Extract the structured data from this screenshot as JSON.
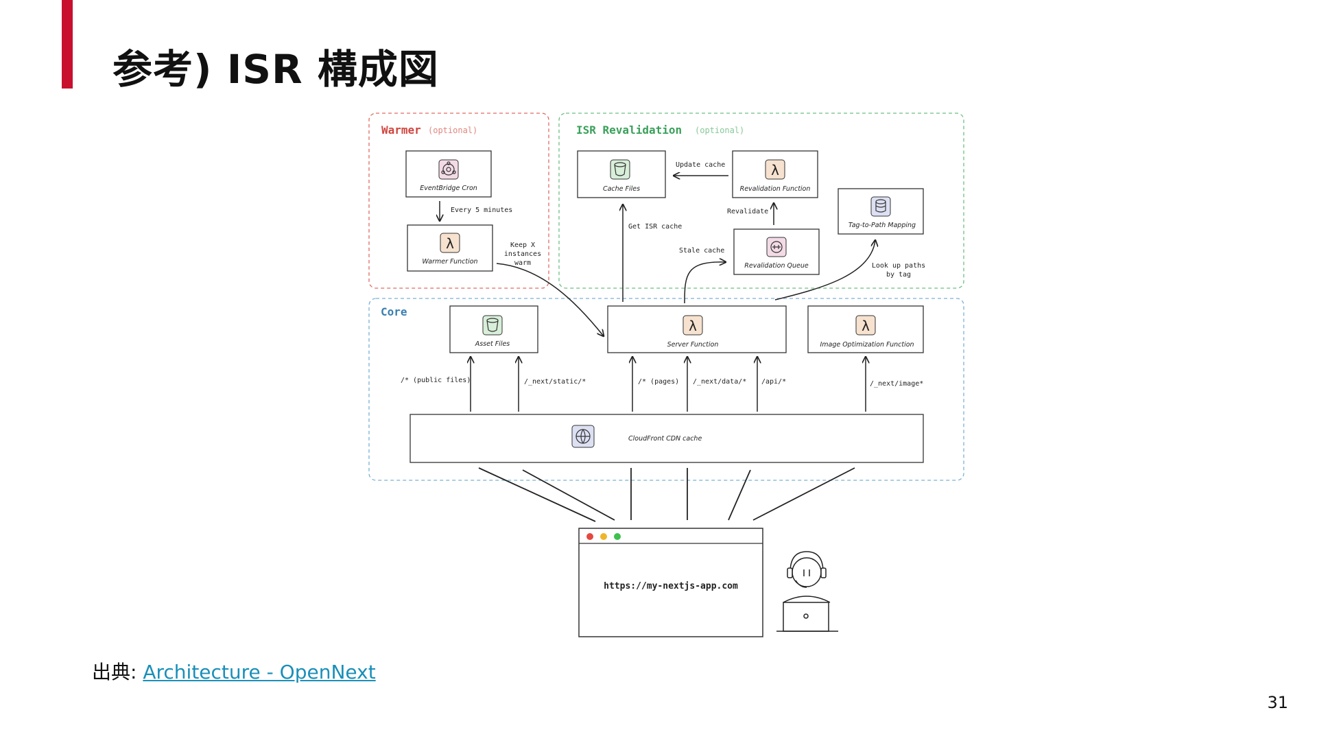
{
  "slide": {
    "title": "参考) ISR 構成図",
    "source_prefix": "出典: ",
    "source_link_text": "Architecture - OpenNext",
    "page_number": "31",
    "accent_color": "#c8102e"
  },
  "groups": {
    "warmer": {
      "title": "Warmer",
      "tag": "(optional)",
      "color": "#d0453f"
    },
    "isr": {
      "title": "ISR Revalidation",
      "tag": "(optional)",
      "color": "#3aa05a"
    },
    "core": {
      "title": "Core",
      "color": "#3a7fb0"
    }
  },
  "nodes": {
    "eventbridge": {
      "label": "EventBridge Cron",
      "icon": "eventbridge-icon"
    },
    "warmer_fn": {
      "label": "Warmer Function",
      "icon": "lambda-icon"
    },
    "cache_files": {
      "label": "Cache Files",
      "icon": "s3-bucket-icon"
    },
    "revalidation_fn": {
      "label": "Revalidation Function",
      "icon": "lambda-icon"
    },
    "revalidation_queue": {
      "label": "Revalidation Queue",
      "icon": "sqs-queue-icon"
    },
    "tag_mapping": {
      "label": "Tag-to-Path Mapping",
      "icon": "dynamodb-icon"
    },
    "asset_files": {
      "label": "Asset Files",
      "icon": "s3-bucket-icon"
    },
    "server_fn": {
      "label": "Server Function",
      "icon": "lambda-icon"
    },
    "image_fn": {
      "label": "Image Optimization Function",
      "icon": "lambda-icon"
    },
    "cloudfront": {
      "label": "CloudFront CDN cache",
      "icon": "cloudfront-icon"
    }
  },
  "edge_labels": {
    "every5": "Every 5 minutes",
    "keepx": [
      "Keep X",
      "instances",
      "warm"
    ],
    "update_cache": "Update cache",
    "revalidate": "Revalidate",
    "get_isr": "Get ISR cache",
    "stale_cache": "Stale cache",
    "lookup": [
      "Look up paths",
      "by tag"
    ],
    "public_files": "/* (public files)",
    "next_static": "/_next/static/*",
    "pages": "/* (pages)",
    "next_data": "/_next/data/*",
    "api": "/api/*",
    "next_image": "/_next/image*"
  },
  "browser": {
    "url": "https://my-nextjs-app.com",
    "dot_colors": [
      "#e5483f",
      "#f0b429",
      "#3ec14f"
    ]
  }
}
